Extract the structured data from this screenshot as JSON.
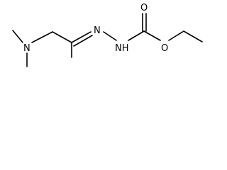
{
  "molecule": {
    "atoms": {
      "amine_n": "N",
      "imine_n": "N",
      "nh": "NH",
      "carbonyl_o": "O",
      "ester_o": "O"
    }
  }
}
